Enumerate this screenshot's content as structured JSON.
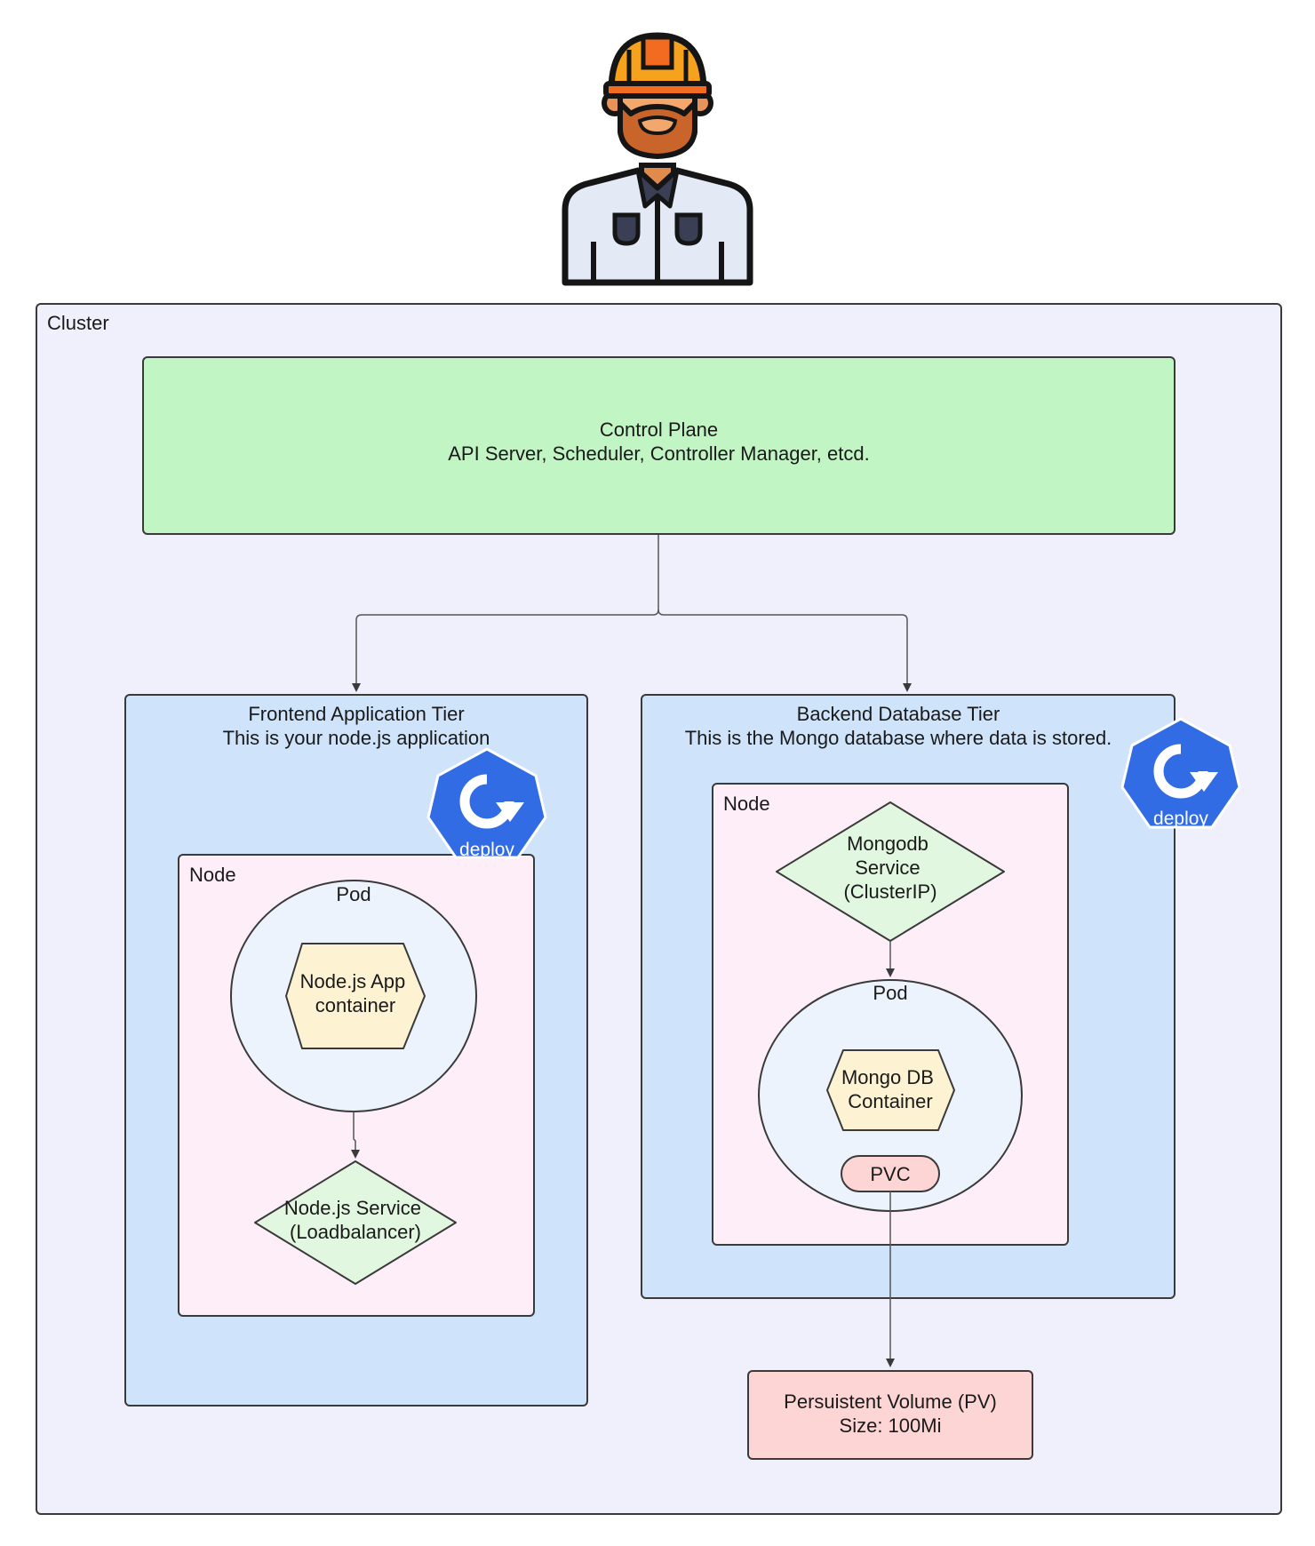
{
  "cluster": {
    "label": "Cluster"
  },
  "control_plane": {
    "title": "Control Plane",
    "subtitle": "API Server, Scheduler, Controller Manager, etcd."
  },
  "frontend_tier": {
    "title": "Frontend Application Tier",
    "subtitle": "This is your node.js application",
    "deploy_badge": "deploy",
    "node_label": "Node",
    "pod_label": "Pod",
    "container_lines": [
      "Node.js App",
      "container"
    ],
    "service_lines": [
      "Node.js Service",
      "(Loadbalancer)"
    ]
  },
  "backend_tier": {
    "title": "Backend Database Tier",
    "subtitle": "This is the Mongo database where data is stored.",
    "deploy_badge": "deploy",
    "node_label": "Node",
    "service_lines": [
      "Mongodb",
      "Service",
      "(ClusterIP)"
    ],
    "pod_label": "Pod",
    "container_lines": [
      "Mongo DB",
      "Container"
    ],
    "pvc_label": "PVC"
  },
  "persistent_volume": {
    "title": "Persuistent Volume (PV)",
    "size": "Size: 100Mi"
  },
  "colors": {
    "cluster_bg": "#eff0fb",
    "control_plane": "#c2f5c4",
    "tier_bg": "#cfe3fb",
    "node_bg": "#fdeef8",
    "pod_bg": "#ecf3fd",
    "container": "#fdf2d2",
    "service": "#e1f7e0",
    "pvc": "#fed5d5",
    "pv": "#fed5d5",
    "deploy_badge": "#326ce5"
  },
  "icons": {
    "operator": "engineer-hardhat-icon",
    "deploy": "kubernetes-deploy-icon"
  }
}
